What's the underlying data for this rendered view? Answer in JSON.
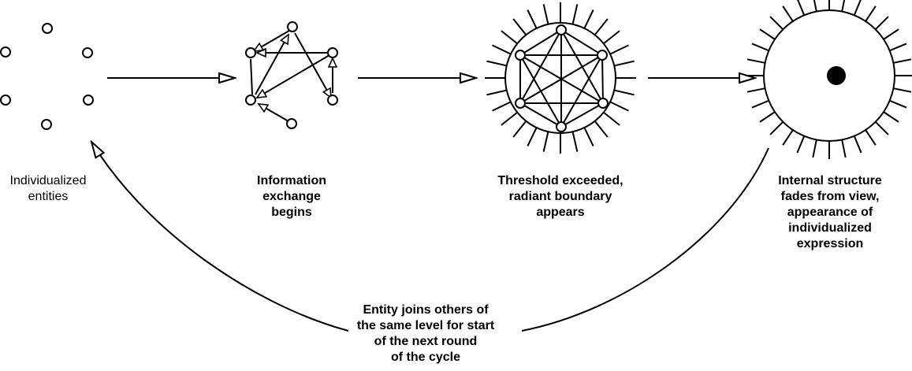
{
  "stages": [
    {
      "caption": "Individualized\nentities"
    },
    {
      "caption": "Information\nexchange\nbegins"
    },
    {
      "caption": "Threshold exceeded,\nradiant boundary\nappears"
    },
    {
      "caption": "Internal structure\nfades from view,\nappearance of\nindividualized\nexpression"
    }
  ],
  "return_caption": "Entity joins others of\nthe same level for start\nof the next round\nof the cycle",
  "colors": {
    "stroke": "#000000",
    "fill": "#ffffff"
  }
}
